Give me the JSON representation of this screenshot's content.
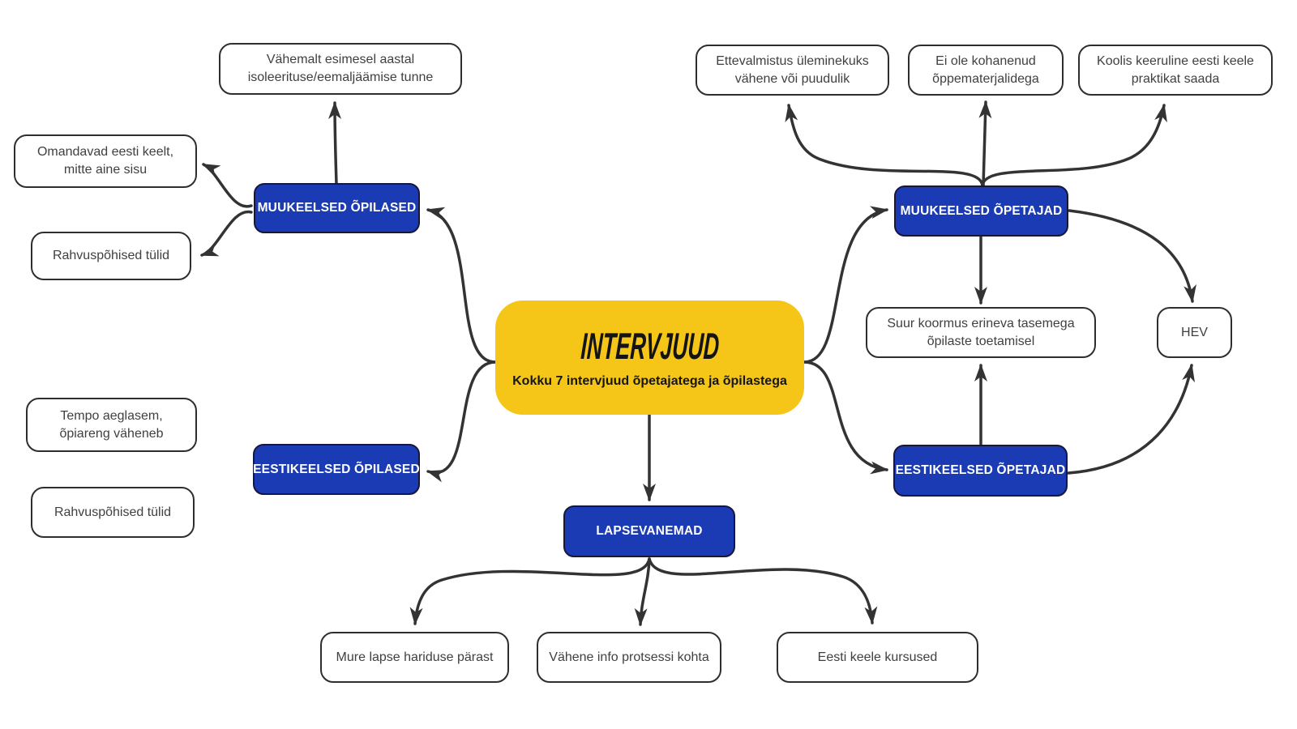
{
  "center": {
    "title": "INTERVJUUD",
    "subtitle": "Kokku 7 intervjuud õpetajatega ja õpilastega"
  },
  "nodes": {
    "muukeelsed_opilased": "MUUKEELSED ÕPILASED",
    "eestikeelsed_opilased": "EESTIKEELSED ÕPILASED",
    "muukeelsed_opetajad": "MUUKEELSED ÕPETAJAD",
    "eestikeelsed_opetajad": "EESTIKEELSED ÕPETAJAD",
    "lapsevanemad": "LAPSEVANEMAD"
  },
  "leaves": {
    "vahemalt_esimesel": "Vähemalt esimesel aastal\nisoleerituse/eemaljäämise tunne",
    "omandavad_eesti_keelt": "Omandavad eesti keelt,\nmitte aine sisu",
    "rahvuspohised_tylid_1": "Rahvuspõhised tülid",
    "tempo_aeglasem": "Tempo aeglasem,\nõpiareng väheneb",
    "rahvuspohised_tylid_2": "Rahvuspõhised tülid",
    "ettevalmistus": "Ettevalmistus üleminekuks\nvähene või puudulik",
    "ei_ole_kohanenud": "Ei ole kohanenud\nõppematerjalidega",
    "koolis_keeruline": "Koolis keeruline eesti keele\npraktikat saada",
    "suur_koormus": "Suur koormus erineva tasemega\nõpilaste toetamisel",
    "hev": "HEV",
    "mure_lapse": "Mure lapse hariduse pärast",
    "vahene_info": "Vähene info protsessi kohta",
    "eesti_keele_kursused": "Eesti keele kursused"
  },
  "edges": [
    {
      "from": "intervjuud",
      "to": "muukeelsed_opilased"
    },
    {
      "from": "intervjuud",
      "to": "eestikeelsed_opilased"
    },
    {
      "from": "intervjuud",
      "to": "muukeelsed_opetajad"
    },
    {
      "from": "intervjuud",
      "to": "eestikeelsed_opetajad"
    },
    {
      "from": "intervjuud",
      "to": "lapsevanemad"
    },
    {
      "from": "muukeelsed_opilased",
      "to": "vahemalt_esimesel"
    },
    {
      "from": "muukeelsed_opilased",
      "to": "omandavad_eesti_keelt"
    },
    {
      "from": "muukeelsed_opilased",
      "to": "rahvuspohised_tylid_1"
    },
    {
      "from": "eestikeelsed_opilased",
      "to": "tempo_aeglasem"
    },
    {
      "from": "eestikeelsed_opilased",
      "to": "rahvuspohised_tylid_2"
    },
    {
      "from": "muukeelsed_opetajad",
      "to": "ettevalmistus"
    },
    {
      "from": "muukeelsed_opetajad",
      "to": "ei_ole_kohanenud"
    },
    {
      "from": "muukeelsed_opetajad",
      "to": "koolis_keeruline"
    },
    {
      "from": "muukeelsed_opetajad",
      "to": "suur_koormus"
    },
    {
      "from": "muukeelsed_opetajad",
      "to": "hev"
    },
    {
      "from": "eestikeelsed_opetajad",
      "to": "suur_koormus"
    },
    {
      "from": "eestikeelsed_opetajad",
      "to": "hev"
    },
    {
      "from": "lapsevanemad",
      "to": "mure_lapse"
    },
    {
      "from": "lapsevanemad",
      "to": "vahene_info"
    },
    {
      "from": "lapsevanemad",
      "to": "eesti_keele_kursused"
    }
  ],
  "colors": {
    "center_fill": "#F5C518",
    "branch_fill": "#1A3BB3",
    "branch_text": "#FFFFFF",
    "leaf_border": "#2E2E2E",
    "leaf_text": "#404040",
    "arrow": "#333333",
    "background": "#FFFFFF"
  }
}
